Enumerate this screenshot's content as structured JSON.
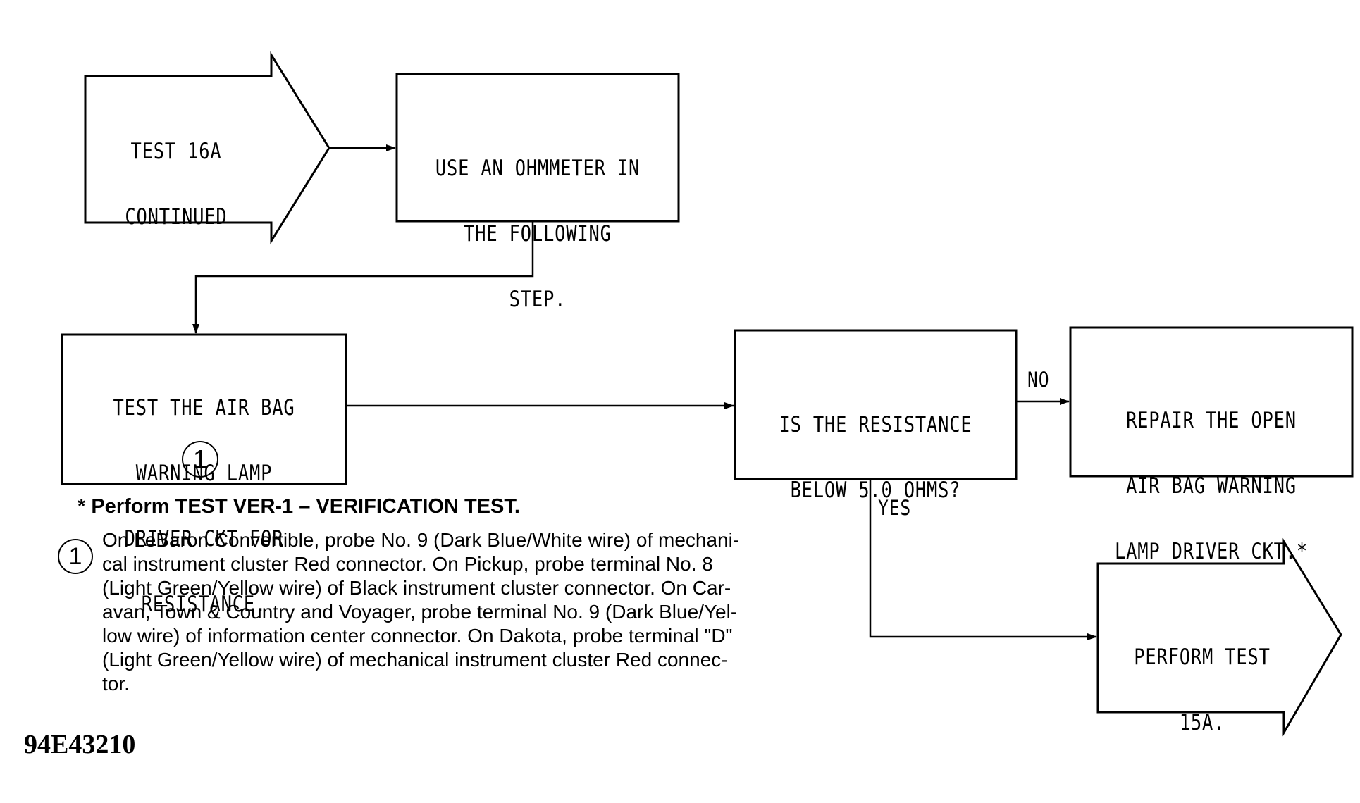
{
  "flowchart": {
    "start": {
      "lines": [
        "TEST 16A",
        "CONTINUED"
      ]
    },
    "step1": {
      "lines": [
        "USE AN OHMMETER IN",
        "THE FOLLOWING",
        "STEP."
      ]
    },
    "step2": {
      "lines": [
        "TEST THE AIR BAG",
        "WARNING LAMP",
        "DRIVER CKT FOR",
        "RESISTANCE."
      ],
      "note_ref": "1"
    },
    "decision": {
      "lines": [
        "IS THE RESISTANCE",
        "BELOW 5.0 OHMS?"
      ]
    },
    "repair": {
      "lines": [
        "REPAIR THE OPEN",
        "AIR BAG WARNING",
        "LAMP DRIVER CKT.*"
      ]
    },
    "end": {
      "lines": [
        "PERFORM TEST",
        "15A."
      ]
    },
    "labels": {
      "no": "NO",
      "yes": "YES"
    }
  },
  "notes": {
    "star_note": "* Perform TEST VER-1 – VERIFICATION TEST.",
    "circle_note": {
      "number": "1",
      "lines": [
        "On LeBaron Convertible, probe No. 9 (Dark Blue/White wire) of mechani-",
        "cal instrument cluster Red connector. On Pickup, probe terminal No. 8",
        "(Light Green/Yellow wire) of Black instrument cluster connector. On Car-",
        "avan, Town & Country and Voyager, probe terminal No. 9 (Dark Blue/Yel-",
        "low wire) of information center connector. On Dakota, probe terminal \"D\"",
        "(Light Green/Yellow wire) of mechanical instrument cluster Red connec-",
        "tor."
      ]
    }
  },
  "figure_id": "94E43210"
}
